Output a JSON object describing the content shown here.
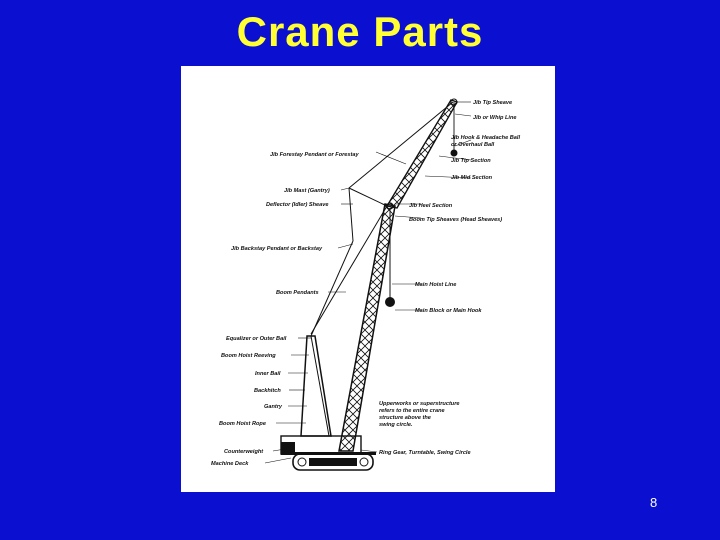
{
  "slide": {
    "title": "Crane Parts",
    "page_number": "8"
  },
  "colors": {
    "background": "#0a0fd0",
    "title": "#ffff33",
    "panel": "#ffffff",
    "ink": "#111111"
  },
  "labels": {
    "jib_tip_sheave": "Jib Tip Sheave",
    "jib_whip_line": "Jib or Whip Line",
    "jib_hook_1": "Jib Hook & Headache Ball",
    "jib_hook_2": "or Overhaul Ball",
    "jib_tip_section": "Jib Tip Section",
    "jib_mid_section": "Jib Mid Section",
    "jib_heel_section": "Jib Heel Section",
    "boom_tip_sheaves": "Boom Tip Sheaves (Head Sheaves)",
    "main_hoist_line": "Main Hoist Line",
    "main_block": "Main Block or Main Hook",
    "jib_forestay": "Jib Forestay Pendant  or Forestay",
    "jib_mast": "Jib Mast (Gantry)",
    "deflector": "Deflector (Idler) Sheave",
    "jib_backstay": "Jib Backstay Pendant or Backstay",
    "boom_pendants": "Boom Pendants",
    "equalizer": "Equalizer or Outer Bail",
    "boom_hoist_reeving": "Boom Hoist Reeving",
    "inner_bail": "Inner Bail",
    "backhitch": "Backhitch",
    "gantry": "Gantry",
    "boom_hoist_rope": "Boom Hoist Rope",
    "counterweight": "Counterweight",
    "machine_deck": "Machine Deck",
    "upperworks_1": "Upperworks or superstructure",
    "upperworks_2": "refers to the entire crane",
    "upperworks_3": "structure above the",
    "upperworks_4": "swing circle.",
    "ring_gear": "Ring Gear, Turntable, Swing Circle"
  }
}
